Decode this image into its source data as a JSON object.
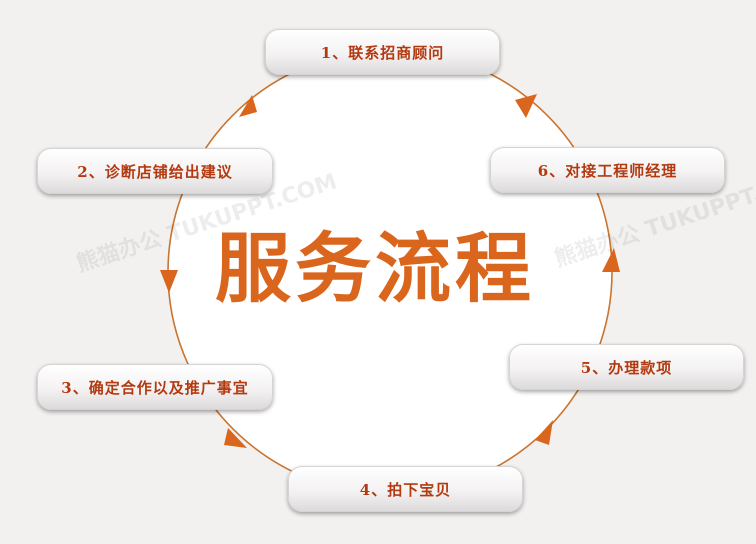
{
  "title": "服务流程",
  "steps": [
    {
      "label": "1、联系招商顾问"
    },
    {
      "label": "2、诊断店铺给出建议"
    },
    {
      "label": "3、确定合作以及推广事宜"
    },
    {
      "label": "4、拍下宝贝"
    },
    {
      "label": "5、办理款项"
    },
    {
      "label": "6、对接工程师经理"
    }
  ],
  "watermarks": [
    "熊猫办公 TUKUPPT.COM",
    "熊猫办公 TUKUPPT.COM"
  ],
  "colors": {
    "accent": "#d9661c",
    "label": "#b33a10",
    "ring": "#c9742f"
  }
}
